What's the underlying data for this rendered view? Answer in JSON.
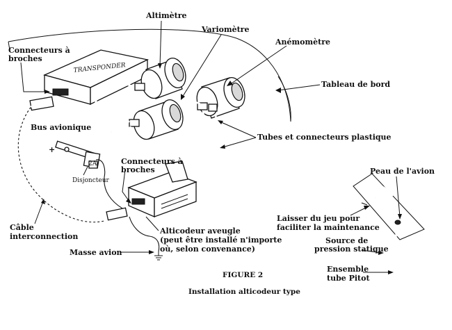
{
  "labels": {
    "altimetre": "Altimètre",
    "variometre": "Variomètre",
    "anemometre": "Anémomètre",
    "connecteurs_top_1": "Connecteurs à",
    "connecteurs_top_2": "broches",
    "tableau_de_bord": "Tableau de bord",
    "transponder": "TRANSPONDER",
    "bus_avionique": "Bus avionique",
    "disjoncteur": "Disjoncteur",
    "tubes_connecteurs": "Tubes et connecteurs plastique",
    "connecteurs_mid_1": "Connecteurs à",
    "connecteurs_mid_2": "broches",
    "peau_avion": "Peau de l'avion",
    "cable_1": "Câble",
    "cable_2": "interconnection",
    "alticodeur_1": "Alticodeur aveugle",
    "alticodeur_2": "(peut être installé n'importe",
    "alticodeur_3": "où, selon convenance)",
    "jeu_1": "Laisser du jeu pour",
    "jeu_2": "faciliter la maintenance",
    "masse_avion": "Masse avion",
    "source_1": "Source de",
    "source_2": "pression statique",
    "ensemble_1": "Ensemble",
    "ensemble_2": "tube Pitot",
    "plus_sign": "+",
    "fuse_value": "2A"
  },
  "caption": {
    "figure": "FIGURE 2",
    "title": "Installation alticodeur type"
  },
  "icons": {
    "ground": "ground-symbol-icon",
    "arrow": "leader-arrow-icon"
  },
  "colors": {
    "ink": "#111111",
    "paper": "#ffffff"
  }
}
